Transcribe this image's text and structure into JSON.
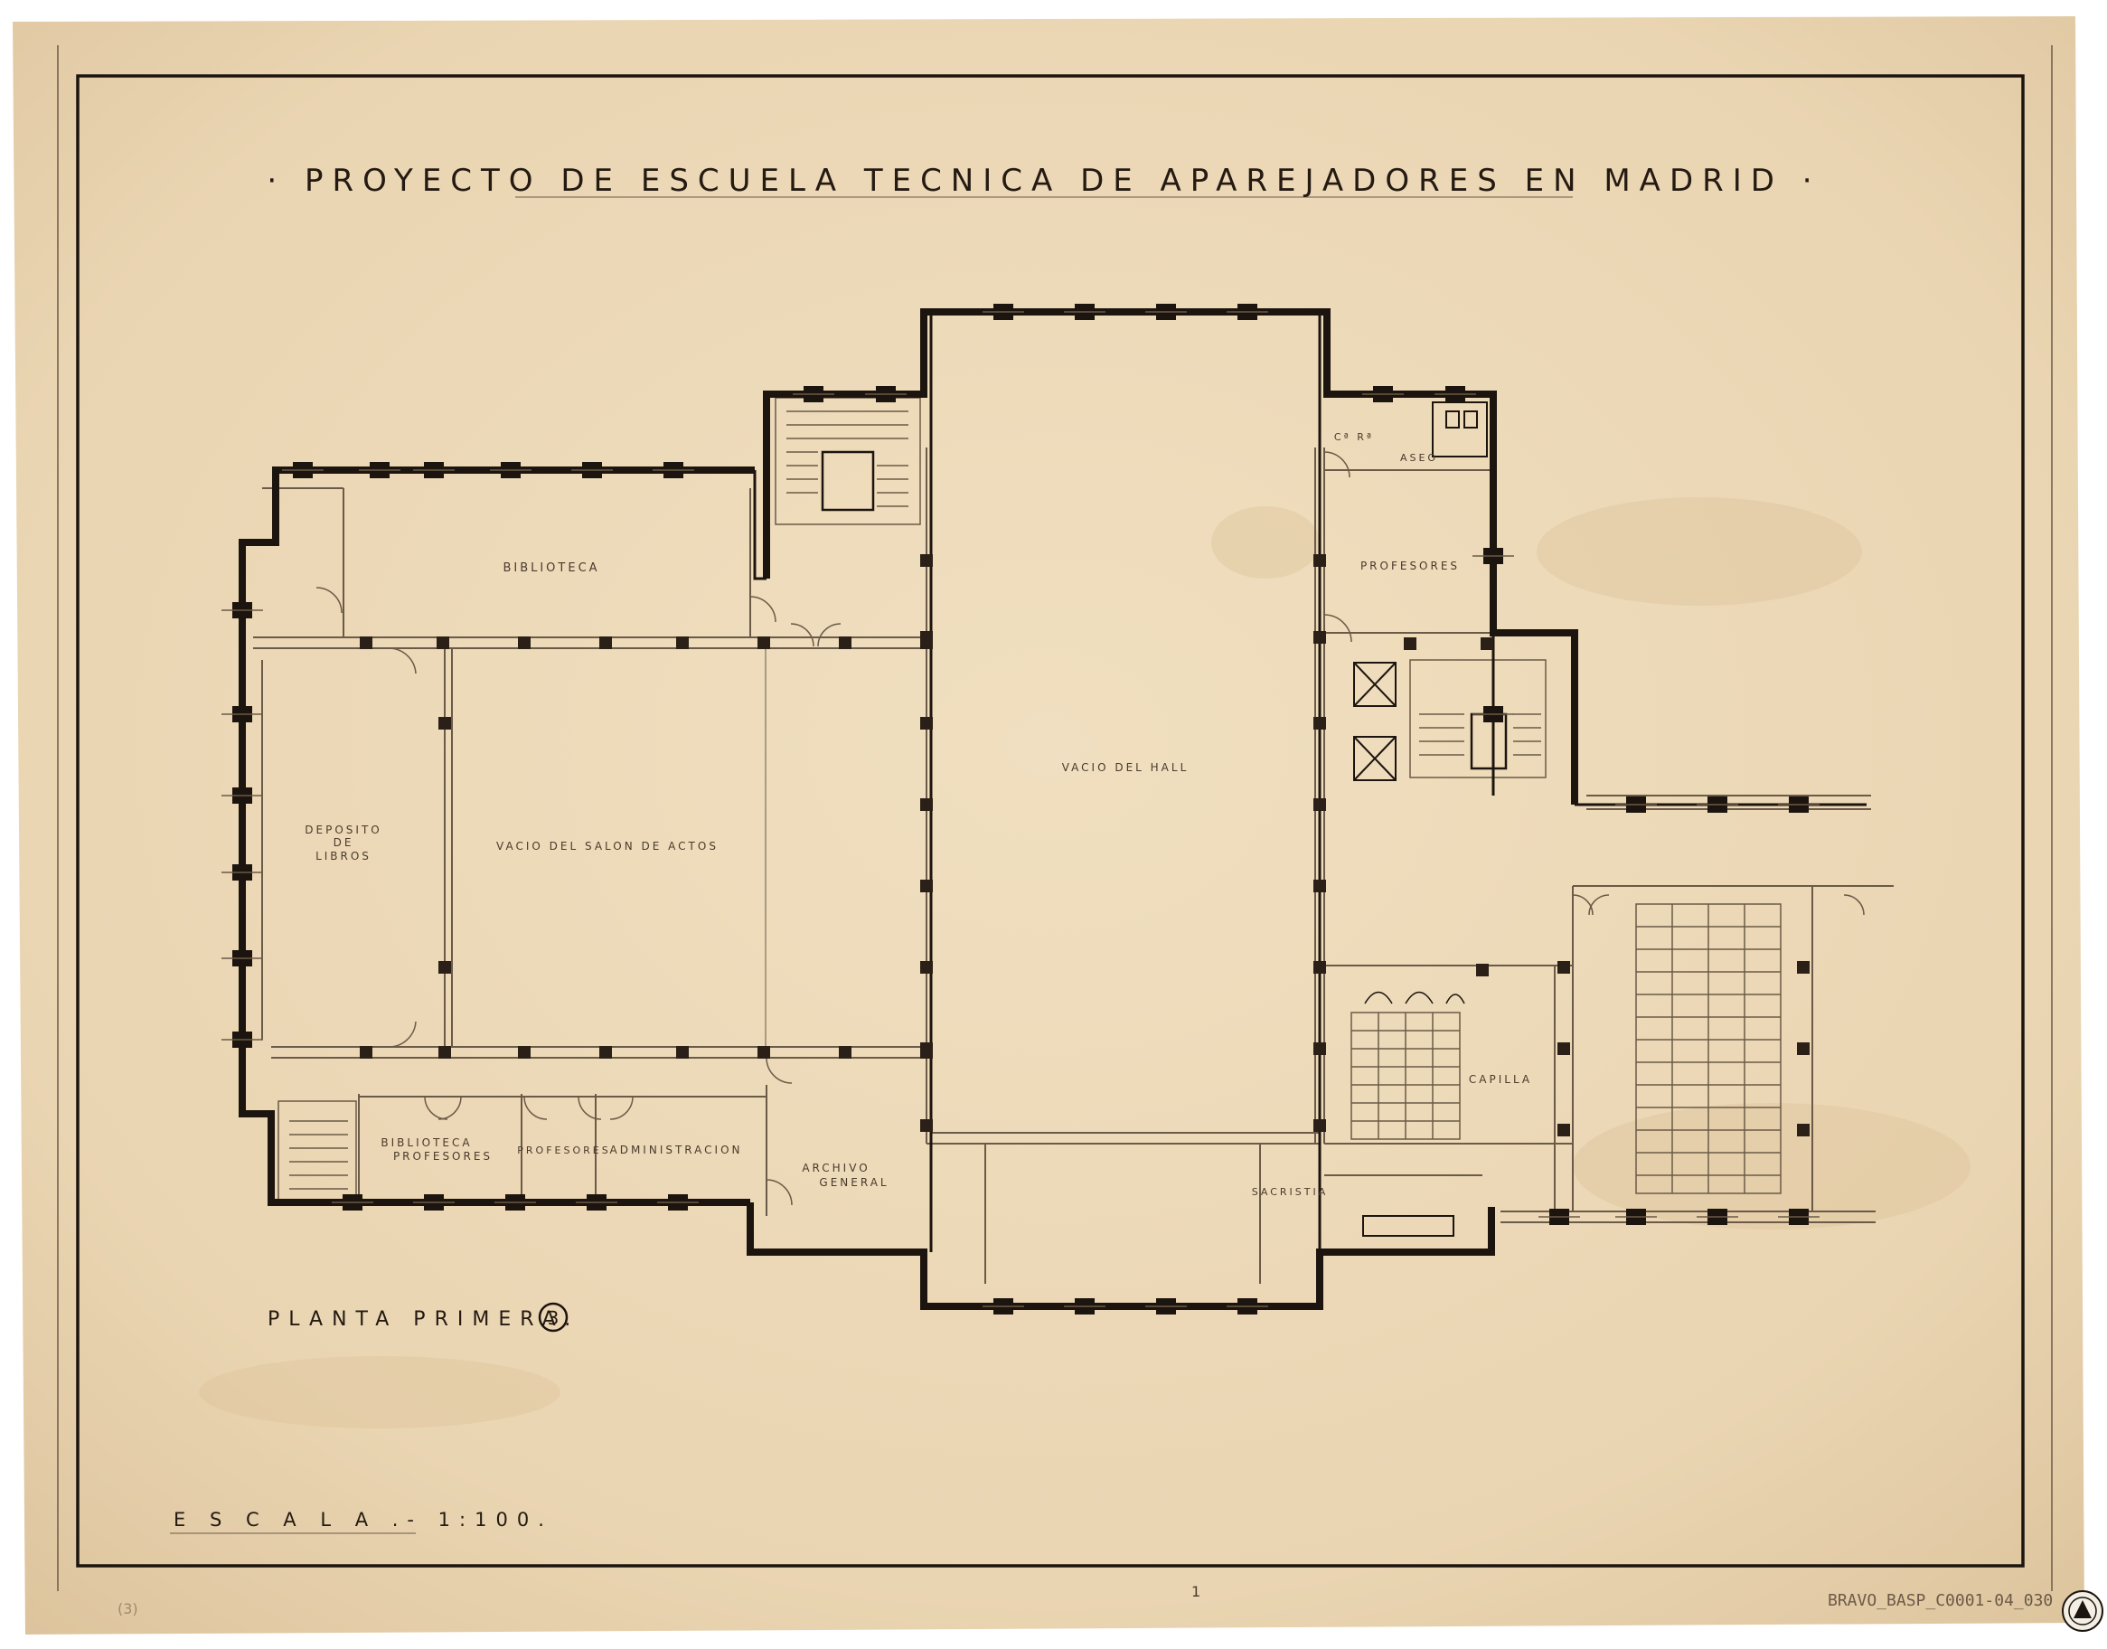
{
  "sheet": {
    "title": "· PROYECTO DE ESCUELA TECNICA DE APAREJADORES EN MADRID ·",
    "plan_label": "PLANTA PRIMERA.",
    "plan_number": "3",
    "scale_label": "E S C A L A .- 1:100.",
    "archive_ref": "BRAVO_BASP_C0001-04_030",
    "sheet_mark": "1",
    "margin_note": "(3)"
  },
  "rooms": {
    "biblioteca": "BIBLIOTECA",
    "deposito_1": "DEPOSITO",
    "deposito_2": "DE",
    "deposito_3": "LIBROS",
    "vacio_salon": "VACIO DEL SALON DE ACTOS",
    "vacio_hall": "VACIO DEL HALL",
    "biblioteca_prof_1": "BIBLIOTECA",
    "biblioteca_prof_2": "PROFESORES",
    "profesores_small": "PROFESORES",
    "administracion": "ADMINISTRACION",
    "archivo_1": "ARCHIVO",
    "archivo_2": "GENERAL",
    "sacristia": "SACRISTIA",
    "capilla": "CAPILLA",
    "profesores": "PROFESORES",
    "aseo": "ASEO",
    "cr": "Cª Rª"
  },
  "colors": {
    "paper": "#ecd9b8",
    "ink": "#1c140e",
    "thin_line": "#6b5a47"
  }
}
